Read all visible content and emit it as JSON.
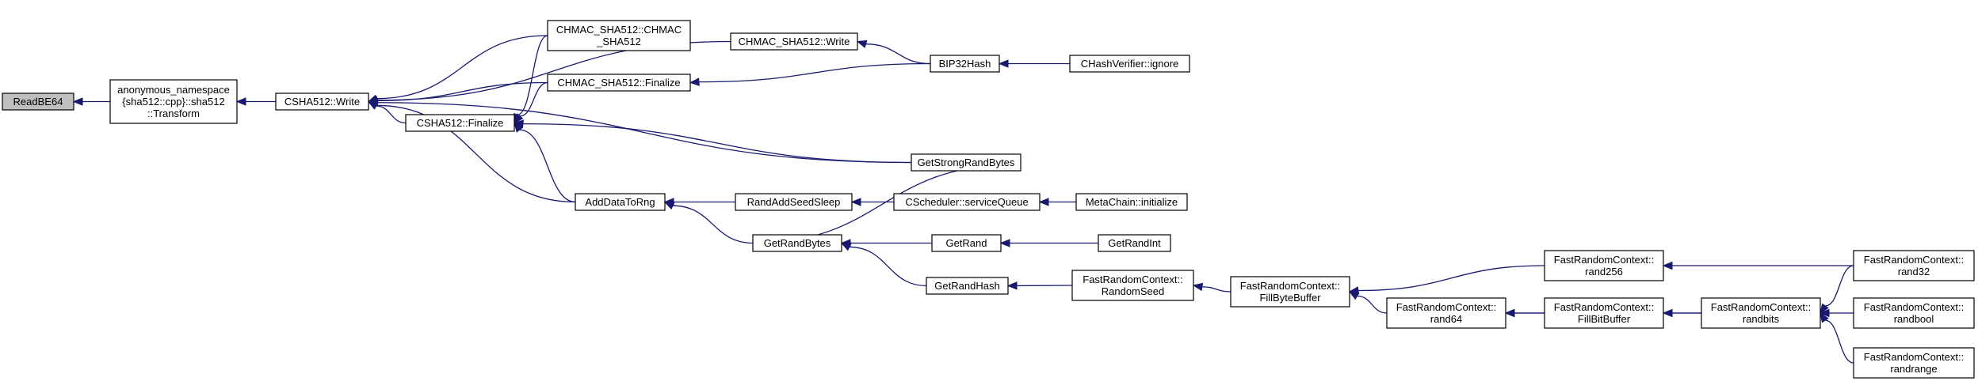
{
  "diagram": {
    "nodes": [
      {
        "id": "readbe64",
        "lines": [
          "ReadBE64"
        ],
        "root": true
      },
      {
        "id": "transform",
        "lines": [
          "anonymous_namespace",
          "{sha512::cpp}::sha512",
          "::Transform"
        ]
      },
      {
        "id": "csha512_write",
        "lines": [
          "CSHA512::Write"
        ]
      },
      {
        "id": "csha512_finalize",
        "lines": [
          "CSHA512::Finalize"
        ]
      },
      {
        "id": "hmac_ctor",
        "lines": [
          "CHMAC_SHA512::CHMAC",
          "_SHA512"
        ]
      },
      {
        "id": "hmac_finalize",
        "lines": [
          "CHMAC_SHA512::Finalize"
        ]
      },
      {
        "id": "hmac_write",
        "lines": [
          "CHMAC_SHA512::Write"
        ]
      },
      {
        "id": "bip32hash",
        "lines": [
          "BIP32Hash"
        ]
      },
      {
        "id": "chashverifier",
        "lines": [
          "CHashVerifier::ignore"
        ]
      },
      {
        "id": "getstrongrand",
        "lines": [
          "GetStrongRandBytes"
        ]
      },
      {
        "id": "adddatatorng",
        "lines": [
          "AddDataToRng"
        ]
      },
      {
        "id": "randaddseedsleep",
        "lines": [
          "RandAddSeedSleep"
        ]
      },
      {
        "id": "scheduler",
        "lines": [
          "CScheduler::serviceQueue"
        ]
      },
      {
        "id": "metachain",
        "lines": [
          "MetaChain::initialize"
        ]
      },
      {
        "id": "getrandbytes",
        "lines": [
          "GetRandBytes"
        ]
      },
      {
        "id": "getrand",
        "lines": [
          "GetRand"
        ]
      },
      {
        "id": "getrandint",
        "lines": [
          "GetRandInt"
        ]
      },
      {
        "id": "getrandhash",
        "lines": [
          "GetRandHash"
        ]
      },
      {
        "id": "randomseed",
        "lines": [
          "FastRandomContext::",
          "RandomSeed"
        ]
      },
      {
        "id": "fillbytebuffer",
        "lines": [
          "FastRandomContext::",
          "FillByteBuffer"
        ]
      },
      {
        "id": "rand256",
        "lines": [
          "FastRandomContext::",
          "rand256"
        ]
      },
      {
        "id": "rand64",
        "lines": [
          "FastRandomContext::",
          "rand64"
        ]
      },
      {
        "id": "fillbitbuffer",
        "lines": [
          "FastRandomContext::",
          "FillBitBuffer"
        ]
      },
      {
        "id": "randbits",
        "lines": [
          "FastRandomContext::",
          "randbits"
        ]
      },
      {
        "id": "rand32",
        "lines": [
          "FastRandomContext::",
          "rand32"
        ]
      },
      {
        "id": "randbool",
        "lines": [
          "FastRandomContext::",
          "randbool"
        ]
      },
      {
        "id": "randrange",
        "lines": [
          "FastRandomContext::",
          "randrange"
        ]
      }
    ],
    "edges": [
      {
        "from": "transform",
        "to": "readbe64"
      },
      {
        "from": "csha512_write",
        "to": "transform"
      },
      {
        "from": "csha512_finalize",
        "to": "csha512_write"
      },
      {
        "from": "hmac_ctor",
        "to": "csha512_write"
      },
      {
        "from": "hmac_finalize",
        "to": "csha512_write"
      },
      {
        "from": "hmac_write",
        "to": "csha512_write"
      },
      {
        "from": "getstrongrand",
        "to": "csha512_write"
      },
      {
        "from": "adddatatorng",
        "to": "csha512_write"
      },
      {
        "from": "hmac_ctor",
        "to": "csha512_finalize"
      },
      {
        "from": "hmac_finalize",
        "to": "csha512_finalize"
      },
      {
        "from": "getstrongrand",
        "to": "csha512_finalize"
      },
      {
        "from": "adddatatorng",
        "to": "csha512_finalize"
      },
      {
        "from": "bip32hash",
        "to": "hmac_finalize"
      },
      {
        "from": "bip32hash",
        "to": "hmac_write"
      },
      {
        "from": "chashverifier",
        "to": "bip32hash"
      },
      {
        "from": "randaddseedsleep",
        "to": "adddatatorng"
      },
      {
        "from": "getrandbytes",
        "to": "adddatatorng"
      },
      {
        "from": "getrandbytes",
        "to": "getstrongrand"
      },
      {
        "from": "scheduler",
        "to": "randaddseedsleep"
      },
      {
        "from": "metachain",
        "to": "scheduler"
      },
      {
        "from": "getrand",
        "to": "getrandbytes"
      },
      {
        "from": "getrandhash",
        "to": "getrandbytes"
      },
      {
        "from": "getrandint",
        "to": "getrand"
      },
      {
        "from": "randomseed",
        "to": "getrandhash"
      },
      {
        "from": "fillbytebuffer",
        "to": "randomseed"
      },
      {
        "from": "rand256",
        "to": "fillbytebuffer"
      },
      {
        "from": "rand64",
        "to": "fillbytebuffer"
      },
      {
        "from": "fillbitbuffer",
        "to": "rand64"
      },
      {
        "from": "randbits",
        "to": "fillbitbuffer"
      },
      {
        "from": "randbits",
        "to": "rand64"
      },
      {
        "from": "rand32",
        "to": "rand256"
      },
      {
        "from": "rand32",
        "to": "randbits"
      },
      {
        "from": "randbool",
        "to": "randbits"
      },
      {
        "from": "randrange",
        "to": "randbits"
      }
    ]
  }
}
